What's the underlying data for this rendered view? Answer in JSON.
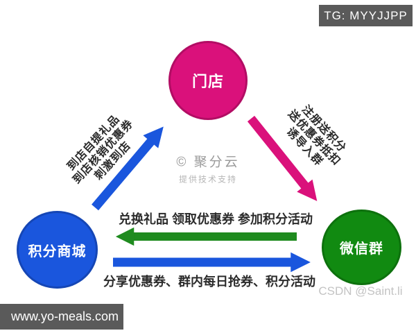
{
  "overlays": {
    "tg_badge": "TG: MYYJJPP",
    "website_bar": "www.yo-meals.com",
    "csdn_watermark": "CSDN @Saint.li",
    "center_watermark": {
      "title": "© 聚分云",
      "subtitle": "提供技术支持"
    }
  },
  "colors": {
    "store_pink": "#da117b",
    "mall_blue": "#1a56dd",
    "group_green": "#118a11",
    "arrow_green": "#1f8b1f",
    "badge_gray": "#5a5a5a"
  },
  "nodes": {
    "store": {
      "label": "门店"
    },
    "points_mall": {
      "label": "积分商城"
    },
    "wechat_group": {
      "label": "微信群"
    }
  },
  "edges": {
    "mall_to_store": {
      "lines": [
        "到店自提礼品",
        "到店核销优惠券",
        "刺激到店"
      ]
    },
    "store_to_group": {
      "lines": [
        "注册送积分",
        "送优惠券抵扣",
        "诱导入群"
      ]
    },
    "group_to_mall": {
      "label": "兑换礼品 领取优惠券 参加积分活动"
    },
    "mall_to_group": {
      "label": "分享优惠券、群内每日抢券、积分活动"
    }
  }
}
